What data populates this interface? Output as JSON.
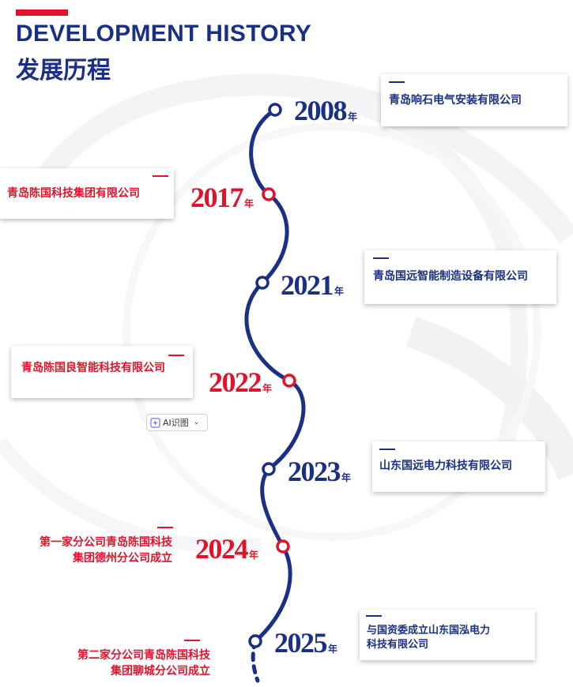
{
  "header": {
    "title_en": "DEVELOPMENT HISTORY",
    "title_cn": "发展历程"
  },
  "colors": {
    "navy": "#1a2f86",
    "red": "#e2122b"
  },
  "year_unit": "年",
  "milestones": [
    {
      "year": "2008",
      "text": "青岛响石电气安装有限公司",
      "color": "navy"
    },
    {
      "year": "2017",
      "text": "青岛陈国科技集团有限公司",
      "color": "red"
    },
    {
      "year": "2021",
      "text": "青岛国远智能制造设备有限公司",
      "color": "navy"
    },
    {
      "year": "2022",
      "text": "青岛陈国良智能科技有限公司",
      "color": "red"
    },
    {
      "year": "2023",
      "text": "山东国远电力科技有限公司",
      "color": "navy"
    },
    {
      "year": "2024",
      "text_lines": [
        "第一家分公司青岛陈国科技",
        "集团德州分公司成立"
      ],
      "color": "red"
    },
    {
      "year": "2025",
      "text_lines": [
        "与国资委成立山东国泓电力",
        "科技有限公司"
      ],
      "color": "navy"
    },
    {
      "text_lines": [
        "第二家分公司青岛陈国科技",
        "集团聊城分公司成立"
      ],
      "color": "red"
    }
  ],
  "ai_badge": {
    "label": "AI识图",
    "icon": "sparkle-icon"
  }
}
